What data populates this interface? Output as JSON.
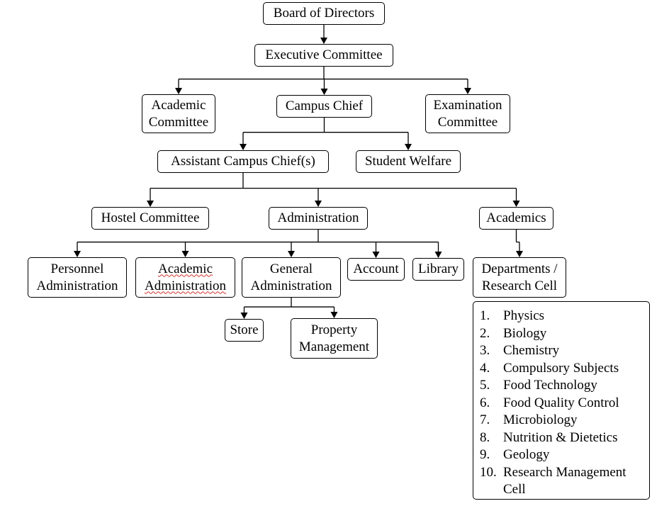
{
  "nodes": {
    "board": [
      "Board of Directors"
    ],
    "exec": [
      "Executive Committee"
    ],
    "academic_committee": [
      "Academic",
      "Committee"
    ],
    "campus_chief": [
      "Campus Chief"
    ],
    "exam_committee": [
      "Examination",
      "Committee"
    ],
    "assistant_chief": [
      "Assistant Campus Chief(s)"
    ],
    "student_welfare": [
      "Student Welfare"
    ],
    "hostel": [
      "Hostel Committee"
    ],
    "administration": [
      "Administration"
    ],
    "academics": [
      "Academics"
    ],
    "personnel": [
      "Personnel",
      "Administration"
    ],
    "academic_admin": [
      "Academic",
      "Administration"
    ],
    "general_admin": [
      "General",
      "Administration"
    ],
    "account": [
      "Account"
    ],
    "library": [
      "Library"
    ],
    "departments": [
      "Departments /",
      "Research Cell"
    ],
    "store": [
      "Store"
    ],
    "property": [
      "Property",
      "Management"
    ]
  },
  "departments_list": [
    {
      "num": "1.",
      "name": "Physics"
    },
    {
      "num": "2.",
      "name": "Biology"
    },
    {
      "num": "3.",
      "name": "Chemistry"
    },
    {
      "num": "4.",
      "name": "Compulsory Subjects"
    },
    {
      "num": "5.",
      "name": "Food Technology"
    },
    {
      "num": "6.",
      "name": "Food Quality Control"
    },
    {
      "num": "7.",
      "name": "Microbiology"
    },
    {
      "num": "8.",
      "name": "Nutrition & Dietetics"
    },
    {
      "num": "9.",
      "name": "Geology"
    },
    {
      "num": "10.",
      "name": "Research Management Cell"
    }
  ],
  "edges": [
    [
      "board",
      "exec"
    ],
    [
      "exec",
      "academic_committee"
    ],
    [
      "exec",
      "campus_chief"
    ],
    [
      "exec",
      "exam_committee"
    ],
    [
      "campus_chief",
      "assistant_chief"
    ],
    [
      "campus_chief",
      "student_welfare"
    ],
    [
      "assistant_chief",
      "hostel"
    ],
    [
      "assistant_chief",
      "administration"
    ],
    [
      "assistant_chief",
      "academics"
    ],
    [
      "administration",
      "personnel"
    ],
    [
      "administration",
      "academic_admin"
    ],
    [
      "administration",
      "general_admin"
    ],
    [
      "administration",
      "account"
    ],
    [
      "administration",
      "library"
    ],
    [
      "academics",
      "departments"
    ],
    [
      "general_admin",
      "store"
    ],
    [
      "general_admin",
      "property"
    ]
  ]
}
